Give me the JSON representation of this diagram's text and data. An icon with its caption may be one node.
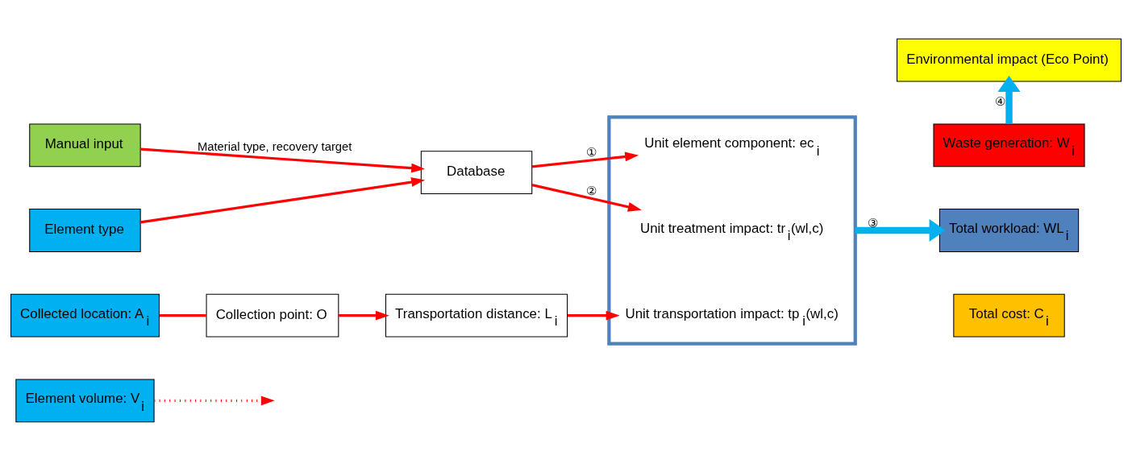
{
  "diagram": {
    "nodes": [
      {
        "text": [
          "Manual input"
        ]
      },
      {
        "text": [
          "Element type"
        ]
      },
      {
        "text": [
          "Database"
        ]
      },
      {
        "text": [
          "Collected location: A$_{i}$"
        ]
      },
      {
        "text": [
          "Collection point: O"
        ]
      },
      {
        "text": [
          "Transportation distance: L$_{i}$"
        ]
      },
      {
        "text": [
          "Element volume: V$_{i}$"
        ]
      },
      {
        "text": [],
        "shape": "box"
      },
      {
        "text": [
          "Unit element component: ec$_{i}$"
        ],
        "in": 7
      },
      {
        "text": [
          "Unit treatment impact: tr$_{i}$(wl,c)"
        ],
        "in": 7
      },
      {
        "text": [
          "Unit transportation impact: tp$_{i}$(wl,c)"
        ],
        "in": 7
      },
      {
        "text": [
          "Environmental impact (Eco Point)"
        ]
      },
      {
        "text": [
          "Waste generation: W$_{i}$"
        ]
      },
      {
        "text": [
          "Total workload: WL$_{i}$"
        ]
      },
      {
        "text": [
          "Total cost: C$_{i}$"
        ]
      }
    ],
    "edges": [
      {
        "from": 0,
        "to": 2,
        "arrow": "to",
        "label": "Material type, recovery target"
      },
      {
        "from": 1,
        "to": 2,
        "arrow": "to"
      },
      {
        "from": 2,
        "to": 8,
        "arrow": "to",
        "label": "①"
      },
      {
        "from": 2,
        "to": 9,
        "arrow": "to",
        "label": "②"
      },
      {
        "from": 3,
        "to": 4,
        "arrow": "none"
      },
      {
        "from": 4,
        "to": 5,
        "arrow": "to"
      },
      {
        "from": 5,
        "to": 10,
        "arrow": "to"
      },
      {
        "from": 6,
        "to": null,
        "arrow": "to",
        "style": "dashed"
      },
      {
        "from": 7,
        "to": 13,
        "arrow": "to",
        "label": "③",
        "style": "thick",
        "color": "#00b0f0"
      },
      {
        "from": 12,
        "to": 11,
        "arrow": "to",
        "label": "④",
        "style": "thick",
        "color": "#00b0f0"
      }
    ]
  }
}
